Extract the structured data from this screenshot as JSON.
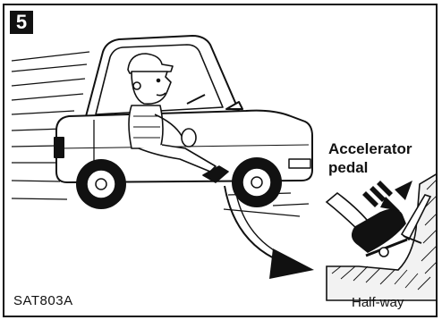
{
  "figure": {
    "step_number": "5",
    "figure_code": "SAT803A",
    "labels": {
      "accelerator_line1": "Accelerator",
      "accelerator_line2": "pedal",
      "pedal_position": "Half-way"
    },
    "icons": [
      "car-illustration",
      "driver-illustration",
      "pedal-detail-illustration",
      "press-arrows-icon",
      "curved-arrow-icon"
    ],
    "colors": {
      "ink": "#111111",
      "paper": "#ffffff"
    }
  }
}
